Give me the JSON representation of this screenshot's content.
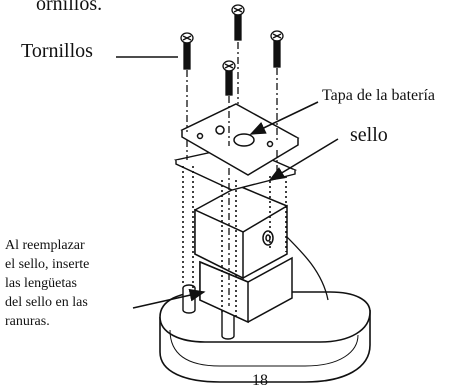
{
  "top_fragment": "ornillos.",
  "labels": {
    "screws": "Tornillos",
    "battery_cover": "Tapa de la batería",
    "seal": "sello",
    "instruction_lines": [
      "Al reemplazar",
      "el sello, inserte",
      "las lengüetas",
      "del sello en las",
      "ranuras."
    ]
  },
  "page_number": "18"
}
